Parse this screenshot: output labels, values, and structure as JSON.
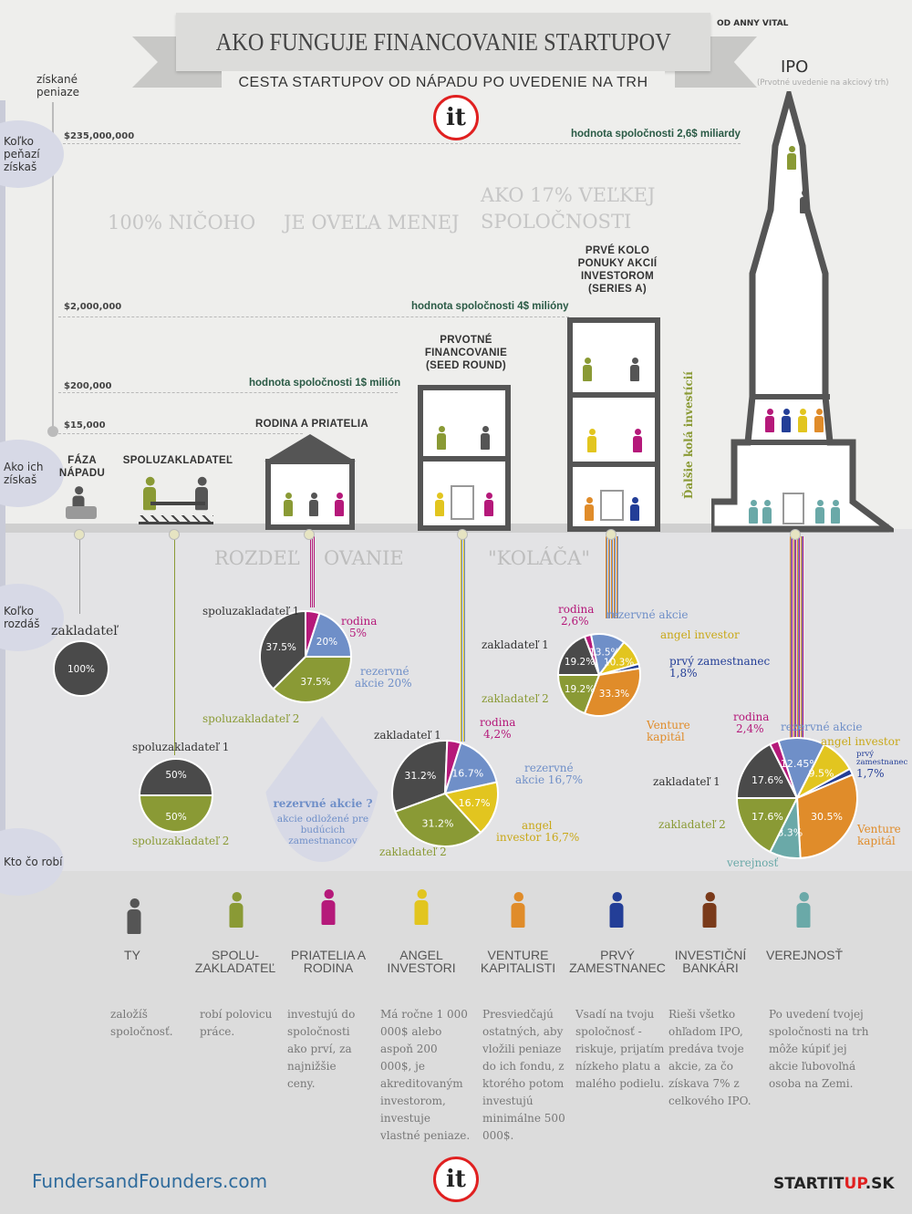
{
  "header": {
    "title": "AKO FUNGUJE FINANCOVANIE STARTUPOV",
    "subtitle": "CESTA STARTUPOV OD NÁPADU PO UVEDENIE NA TRH",
    "author": "OD ANNY VITAL",
    "logo": "it"
  },
  "axis": {
    "label": "získané peniaze",
    "ticks": [
      "$235,000,000",
      "$2,000,000",
      "$200,000",
      "$15,000"
    ]
  },
  "side_labels": [
    "Koľko peňazí získaš",
    "Ako ich získaš",
    "Koľko rozdáš",
    "Kto čo robí"
  ],
  "valuations": [
    "hodnota spoločnosti 2,6$ miliardy",
    "hodnota spoločnosti 4$ milióny",
    "hodnota spoločnosti 1$ milión"
  ],
  "ghost": {
    "a": "100% NIČOHO",
    "b": "JE OVEĽA MENEJ",
    "c1": "AKO 17% VEĽKEJ",
    "c2": "SPOLOČNOSTI",
    "d1": "ROZDEĽ",
    "d2": "OVANIE",
    "e": "\"KOLÁČA\""
  },
  "stages": {
    "idea": "FÁZA NÁPADU",
    "cofounder": "SPOLUZAKLADATEĽ",
    "family": "RODINA A PRIATELIA",
    "seed": "PRVOTNÉ FINANCOVANIE (SEED ROUND)",
    "seriesA": "PRVÉ KOLO PONUKY AKCIÍ INVESTOROM (SERIES A)",
    "ipo": "IPO",
    "ipo_sub": "(Prvotné uvedenie na akciový trh)",
    "more": "Ďalšie kolá investícií"
  },
  "colors": {
    "founder1": "#4a4a4a",
    "founder2": "#8a9a35",
    "family": "#b5197a",
    "reserved": "#6f8fc8",
    "angel": "#e2c51f",
    "employee": "#233e97",
    "vc": "#e08c2a",
    "public": "#6aa9a8"
  },
  "chart_data": [
    {
      "type": "pie",
      "title": "Fáza nápadu",
      "slices": [
        {
          "label": "zakladateľ",
          "value": 100,
          "text": "100%",
          "color": "#4a4a4a"
        }
      ]
    },
    {
      "type": "pie",
      "title": "Spoluzakladateľ",
      "slices": [
        {
          "label": "spoluzakladateľ 1",
          "value": 50,
          "text": "50%",
          "color": "#4a4a4a"
        },
        {
          "label": "spoluzakladateľ 2",
          "value": 50,
          "text": "50%",
          "color": "#8a9a35"
        }
      ]
    },
    {
      "type": "pie",
      "title": "Rodina a priatelia",
      "slices": [
        {
          "label": "spoluzakladateľ 1",
          "value": 37.5,
          "text": "37.5%",
          "color": "#4a4a4a"
        },
        {
          "label": "rodina",
          "value": 5,
          "text": "",
          "color": "#b5197a"
        },
        {
          "label": "rezervné akcie",
          "value": 20,
          "text": "20%",
          "color": "#6f8fc8"
        },
        {
          "label": "spoluzakladateľ 2",
          "value": 37.5,
          "text": "37.5%",
          "color": "#8a9a35"
        }
      ]
    },
    {
      "type": "pie",
      "title": "Seed round",
      "slices": [
        {
          "label": "zakladateľ 1",
          "value": 31.2,
          "text": "31.2%",
          "color": "#4a4a4a"
        },
        {
          "label": "rodina",
          "value": 4.2,
          "text": "",
          "color": "#b5197a"
        },
        {
          "label": "rezervné akcie",
          "value": 16.7,
          "text": "16.7%",
          "color": "#6f8fc8"
        },
        {
          "label": "angel investor",
          "value": 16.7,
          "text": "16.7%",
          "color": "#e2c51f"
        },
        {
          "label": "zakladateľ 2",
          "value": 31.2,
          "text": "31.2%",
          "color": "#8a9a35"
        }
      ]
    },
    {
      "type": "pie",
      "title": "Series A",
      "slices": [
        {
          "label": "zakladateľ 1",
          "value": 19.2,
          "text": "19.2%",
          "color": "#4a4a4a"
        },
        {
          "label": "rodina",
          "value": 2.6,
          "text": "",
          "color": "#b5197a"
        },
        {
          "label": "rezervné akcie",
          "value": 13.5,
          "text": "13.5%",
          "color": "#6f8fc8"
        },
        {
          "label": "angel investor",
          "value": 10.3,
          "text": "10.3%",
          "color": "#e2c51f"
        },
        {
          "label": "prvý zamestnanec",
          "value": 1.8,
          "text": "",
          "color": "#233e97"
        },
        {
          "label": "Venture kapitál",
          "value": 33.3,
          "text": "33.3%",
          "color": "#e08c2a"
        },
        {
          "label": "zakladateľ 2",
          "value": 19.2,
          "text": "19.2%",
          "color": "#8a9a35"
        }
      ]
    },
    {
      "type": "pie",
      "title": "IPO",
      "slices": [
        {
          "label": "zakladateľ 1",
          "value": 17.6,
          "text": "17.6%",
          "color": "#4a4a4a"
        },
        {
          "label": "rodina",
          "value": 2.4,
          "text": "",
          "color": "#b5197a"
        },
        {
          "label": "rezervné akcie",
          "value": 12.45,
          "text": "12.45%",
          "color": "#6f8fc8"
        },
        {
          "label": "angel investor",
          "value": 9.5,
          "text": "9.5%",
          "color": "#e2c51f"
        },
        {
          "label": "prvý zamestnanec",
          "value": 1.7,
          "text": "",
          "color": "#233e97"
        },
        {
          "label": "Venture kapitál",
          "value": 30.5,
          "text": "30.5%",
          "color": "#e08c2a"
        },
        {
          "label": "verejnosť",
          "value": 8.3,
          "text": "8.3%",
          "color": "#6aa9a8"
        },
        {
          "label": "zakladateľ 2",
          "value": 17.6,
          "text": "17.6%",
          "color": "#8a9a35"
        }
      ]
    }
  ],
  "pie_labels": {
    "p1": "zakladateľ",
    "p2a": "spoluzakladateľ 1",
    "p2b": "spoluzakladateľ 2",
    "p3a": "spoluzakladateľ 1",
    "p3b": "rodina",
    "p3b2": "5%",
    "p3c": "rezervné",
    "p3c2": "akcie 20%",
    "p3d": "spoluzakladateľ 2",
    "reserved_title": "rezervné akcie ?",
    "reserved_desc": "akcie odložené pre budúcich zamestnancov",
    "p4a": "zakladateľ 1",
    "p4b": "rodina",
    "p4b2": "4,2%",
    "p4c": "rezervné",
    "p4c2": "akcie 16,7%",
    "p4d": "angel",
    "p4d2": "investor 16,7%",
    "p4e": "zakladateľ 2",
    "p5a": "zakladateľ 1",
    "p5b": "rodina",
    "p5b2": "2,6%",
    "p5c": "rezervné akcie",
    "p5d": "angel investor",
    "p5e": "prvý zamestnanec",
    "p5e2": "1,8%",
    "p5f": "Venture",
    "p5f2": "kapitál",
    "p5g": "zakladateľ 2",
    "p6a": "zakladateľ 1",
    "p6b": "rodina",
    "p6b2": "2,4%",
    "p6c": "rezervné akcie",
    "p6d": "angel investor",
    "p6e": "prvý",
    "p6e2": "zamestnanec",
    "p6e3": "1,7%",
    "p6f": "Venture",
    "p6f2": "kapitál",
    "p6g": "verejnosť",
    "p6h": "zakladateľ 2"
  },
  "roles": [
    {
      "name": "TY",
      "desc": "založíš spoločnosť."
    },
    {
      "name": "SPOLU-ZAKLADATEĽ",
      "desc": "robí polovicu práce."
    },
    {
      "name": "PRIATELIA A RODINA",
      "desc": "investujú do spoločnosti ako prví, za najnižšie ceny."
    },
    {
      "name": "ANGEL INVESTORI",
      "desc": "Má ročne 1 000 000$ alebo aspoň 200 000$, je akreditovaným investorom, investuje vlastné peniaze."
    },
    {
      "name": "VENTURE KAPITALISTI",
      "desc": "Presviedčajú ostatných, aby vložili peniaze do ich fondu, z ktorého potom investujú minimálne 500 000$."
    },
    {
      "name": "PRVÝ ZAMESTNANEC",
      "desc": "Vsadí na tvoju spoločnosť - riskuje, prijatím nízkeho platu a malého podielu."
    },
    {
      "name": "INVESTIČNÍ BANKÁRI",
      "desc": "Rieši všetko ohľadom IPO, predáva tvoje akcie, za čo získava 7% z celkového IPO."
    },
    {
      "name": "VEREJNOSŤ",
      "desc": "Po uvedení tvojej spoločnosti na trh môže kúpiť jej akcie ľubovoľná osoba na Zemi."
    }
  ],
  "footer": {
    "left": "FundersandFounders.com",
    "logo": "it",
    "right_a": "START",
    "right_b": "IT",
    "right_c": "UP",
    "right_d": ".SK"
  }
}
